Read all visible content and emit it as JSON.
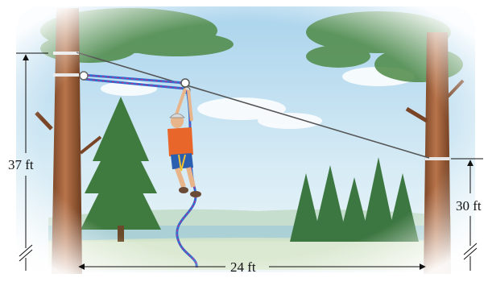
{
  "figure": {
    "left_height_label": "37 ft",
    "right_height_label": "30 ft",
    "distance_label": "24 ft"
  },
  "colors": {
    "sky": "#cfe6f3",
    "tree_trunk": "#a0623a",
    "pine": "#3f7a3e",
    "zipline_cable": "#555555",
    "rope_blue": "#2f6fd0",
    "rope_magenta": "#c2288f",
    "shirt": "#e8662a",
    "shorts": "#2a5fb0",
    "dimension_lines": "#111111"
  },
  "icons": [
    "zipline-rider",
    "pine-tree",
    "tree-trunk",
    "pulley",
    "break-mark"
  ]
}
